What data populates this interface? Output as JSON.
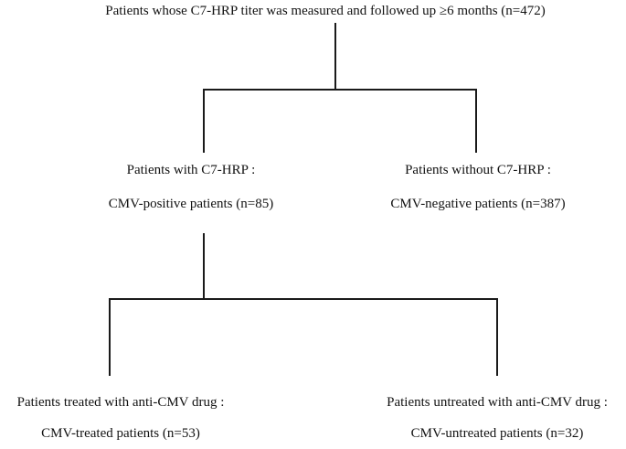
{
  "figure": {
    "type": "flowchart",
    "background_color": "#ffffff",
    "line_color": "#1a1a1a",
    "text_color": "#121212"
  },
  "nodes": {
    "root": {
      "label": "Patients whose C7-HRP titer was measured and followed up ≥6 months (n=472)"
    },
    "cmv_positive": {
      "line1": "Patients with C7-HRP :",
      "line2": "CMV-positive patients (n=85)"
    },
    "cmv_negative": {
      "line1": "Patients without C7-HRP :",
      "line2": "CMV-negative patients (n=387)"
    },
    "cmv_treated": {
      "line1": "Patients treated with anti-CMV drug :",
      "line2": "CMV-treated patients (n=53)"
    },
    "cmv_untreated": {
      "line1": "Patients untreated with anti-CMV drug :",
      "line2": "CMV-untreated patients (n=32)"
    }
  },
  "edges": [
    {
      "from": "root",
      "to": "cmv_positive"
    },
    {
      "from": "root",
      "to": "cmv_negative"
    },
    {
      "from": "cmv_positive",
      "to": "cmv_treated"
    },
    {
      "from": "cmv_positive",
      "to": "cmv_untreated"
    }
  ]
}
